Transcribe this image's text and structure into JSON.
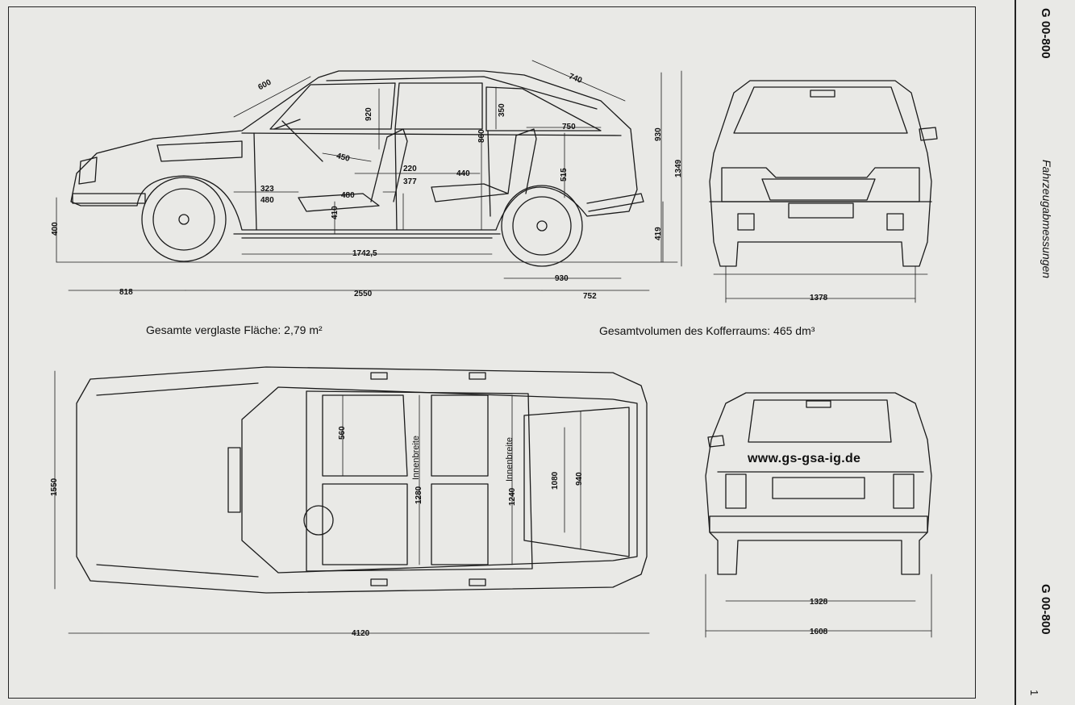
{
  "side_code_top": "G 00-800",
  "side_code_bottom": "G 00-800",
  "side_title": "Fahrzeugabmessungen",
  "page_number": "1",
  "captions": {
    "glass_area": "Gesamte verglaste Fläche: 2,79 m²",
    "trunk_volume": "Gesamtvolumen des Kofferraums: 465 dm³"
  },
  "website": "www.gs-gsa-ig.de",
  "side_view_dims": {
    "d600": "600",
    "d920": "920",
    "d350": "350",
    "d860": "860",
    "d740": "740",
    "d750": "750",
    "d930h": "930",
    "d1349": "1349",
    "d450": "450",
    "d220": "220",
    "d377": "377",
    "d440": "440",
    "d515": "515",
    "d323": "323",
    "d480a": "480",
    "d480b": "480",
    "d410": "410",
    "d400": "400",
    "d419": "419",
    "d1742": "1742,5",
    "d930": "930",
    "d818": "818",
    "d2550": "2550",
    "d752": "752"
  },
  "front_view_dims": {
    "d1378": "1378"
  },
  "top_view_dims": {
    "d1550": "1550",
    "d560": "560",
    "d1280": "1280",
    "d1240": "1240",
    "d1080": "1080",
    "d940": "940",
    "d4120": "4120",
    "innen1": "Innenbreite",
    "innen2": "Innenbreite"
  },
  "rear_view_dims": {
    "d1328": "1328",
    "d1608": "1608"
  }
}
